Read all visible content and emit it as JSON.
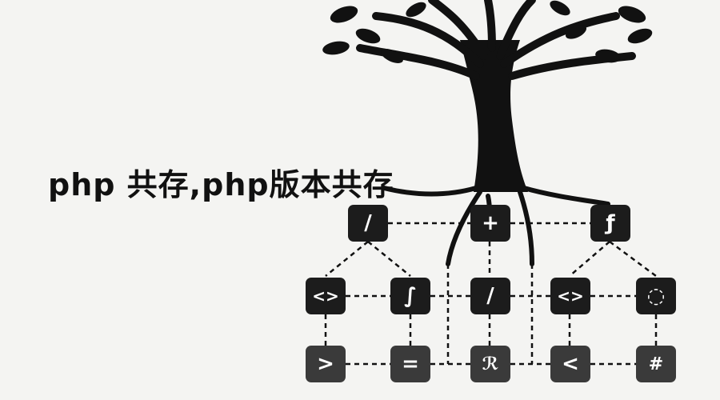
{
  "headline": "php 共存,php版本共存",
  "colors": {
    "background": "#f4f4f2",
    "ink": "#111111",
    "node": "#1c1c1c"
  },
  "nodes": [
    {
      "id": "n-slash-top",
      "glyph": "/"
    },
    {
      "id": "n-plus",
      "glyph": "+"
    },
    {
      "id": "n-f",
      "glyph": "ƒ"
    },
    {
      "id": "n-code-left",
      "glyph": "<>"
    },
    {
      "id": "n-integral",
      "glyph": "∫"
    },
    {
      "id": "n-slash-mid",
      "glyph": "/"
    },
    {
      "id": "n-code-mid",
      "glyph": "<>"
    },
    {
      "id": "n-cycle",
      "glyph": "◌"
    },
    {
      "id": "n-gt",
      "glyph": ">"
    },
    {
      "id": "n-eq",
      "glyph": "="
    },
    {
      "id": "n-sigma",
      "glyph": "ℛ"
    },
    {
      "id": "n-lt",
      "glyph": "<"
    },
    {
      "id": "n-hash",
      "glyph": "#"
    }
  ]
}
